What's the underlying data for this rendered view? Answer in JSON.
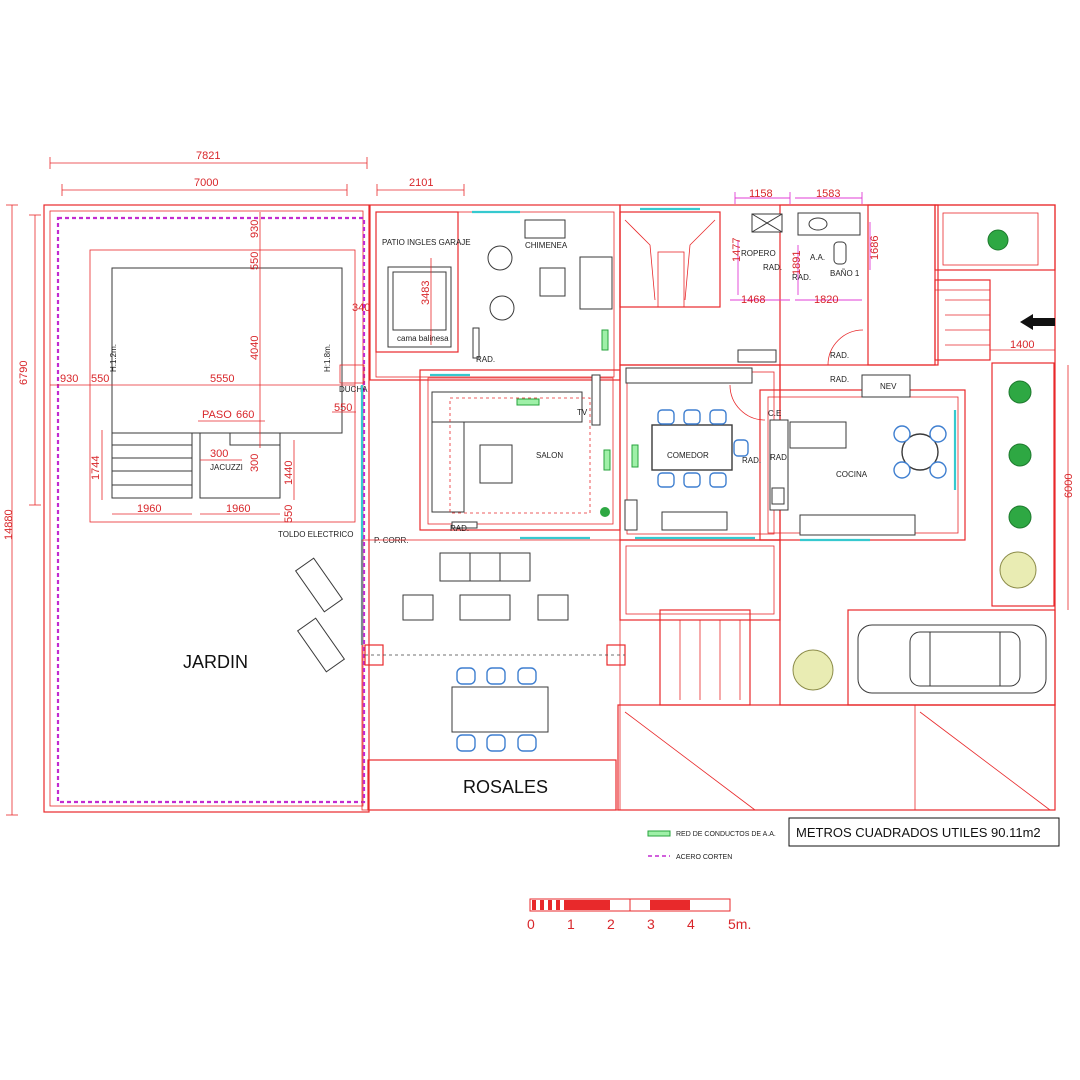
{
  "dimensions": {
    "d7821": "7821",
    "d7000": "7000",
    "d2101": "2101",
    "d1158": "1158",
    "d1583": "1583",
    "d930a": "930",
    "d550a": "550",
    "d4040": "4040",
    "d3483": "3483",
    "d340": "340",
    "d1477": "1477",
    "d1891": "1891",
    "d1686": "1686",
    "d1468": "1468",
    "d1820": "1820",
    "d6790": "6790",
    "d14880": "14880",
    "d930b": "930",
    "d550b": "550",
    "d5550": "5550",
    "d550c": "550",
    "d660": "660",
    "d300a": "300",
    "d300b": "300",
    "d1744": "1744",
    "d1440": "1440",
    "d1960a": "1960",
    "d1960b": "1960",
    "d550d": "550",
    "d1400": "1400",
    "d6000": "6000"
  },
  "rooms": {
    "patio": "PATIO INGLES GARAJE",
    "cama": "cama balinesa",
    "chimenea": "CHIMENEA",
    "ropero": "ROPERO",
    "aa": "A.A.",
    "bano": "BAÑO 1",
    "salon": "SALON",
    "tv": "TV",
    "comedor": "COMEDOR",
    "cocina": "COCINA",
    "ce": "C.E",
    "nev": "NEV",
    "rad1": "RAD.",
    "rad2": "RAD.",
    "rad3": "RAD.",
    "rad4": "RAD.",
    "rad5": "RAD.",
    "rad6": "RAD.",
    "rad7": "RAD.",
    "rad8": "RAD.",
    "h12": "H:1.2m.",
    "h18": "H:1.8m.",
    "ducha": "DUCHA",
    "paso": "PASO",
    "jacuzzi": "JACUZZI",
    "toldo": "TOLDO ELECTRICO",
    "pcorr": "P. CORR.",
    "jardin": "JARDIN",
    "rosales": "ROSALES"
  },
  "legend": {
    "ducts": "RED DE CONDUCTOS DE A.A.",
    "corten": "ACERO CORTEN",
    "area": "METROS CUADRADOS  UTILES 90.11m2"
  },
  "scale": {
    "labels": [
      "0",
      "1",
      "2",
      "3",
      "4",
      "5m."
    ]
  },
  "colors": {
    "walls": "#e8292b",
    "corten": "#c22bd0",
    "ducts": "#27a33d",
    "glass": "#36c9cf",
    "furniture_blue": "#3f7fd0"
  }
}
